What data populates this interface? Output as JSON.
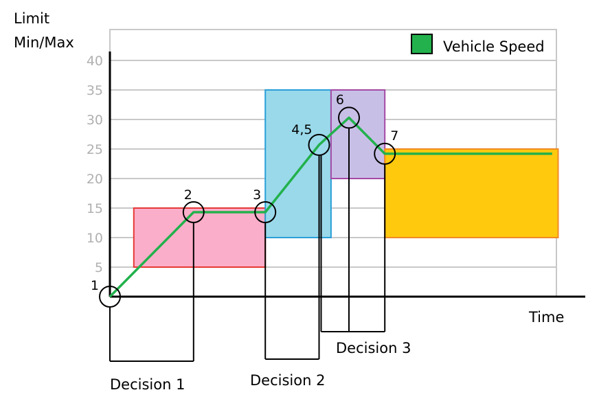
{
  "chart_data": {
    "type": "line",
    "ylabel_line1": "Limit",
    "ylabel_line2": "Min/Max",
    "xlabel": "Time",
    "ylim": [
      0,
      40
    ],
    "yticks": [
      "5",
      "10",
      "15",
      "20",
      "25",
      "30",
      "35",
      "40"
    ],
    "grid": true,
    "legend_position": "top-right",
    "series": [
      {
        "name": "Vehicle Speed",
        "color": "#22b14c",
        "points": [
          {
            "t": 0,
            "v": 0
          },
          {
            "t": 1.4,
            "v": 14.3
          },
          {
            "t": 2.6,
            "v": 14.3
          },
          {
            "t": 3.5,
            "v": 25.7
          },
          {
            "t": 4.0,
            "v": 30.3
          },
          {
            "t": 4.6,
            "v": 24.2
          },
          {
            "t": 7.4,
            "v": 24.2
          }
        ]
      }
    ],
    "limit_boxes": [
      {
        "t_start": 0.4,
        "t_end": 2.6,
        "min": 5,
        "max": 15,
        "fill": "#fbaec9",
        "stroke": "#e53935"
      },
      {
        "t_start": 2.6,
        "t_end": 3.7,
        "min": 10,
        "max": 35,
        "fill": "#9ad9ea",
        "stroke": "#2a9fd8"
      },
      {
        "t_start": 3.7,
        "t_end": 4.6,
        "min": 20,
        "max": 35,
        "fill": "#c8bfe7",
        "stroke": "#a349a4"
      },
      {
        "t_start": 4.6,
        "t_end": 7.5,
        "min": 10,
        "max": 25,
        "fill": "#ffc90e",
        "stroke": "#f08a24"
      }
    ],
    "markers": [
      {
        "label": "1",
        "t": 0,
        "v": 0
      },
      {
        "label": "2",
        "t": 1.4,
        "v": 14.3
      },
      {
        "label": "3",
        "t": 2.6,
        "v": 14.3
      },
      {
        "label": "4,5",
        "t": 3.5,
        "v": 25.7
      },
      {
        "label": "6",
        "t": 4.0,
        "v": 30.3
      },
      {
        "label": "7",
        "t": 4.6,
        "v": 24.2
      }
    ],
    "decisions": [
      {
        "label": "Decision 1",
        "markers": [
          "1",
          "2"
        ]
      },
      {
        "label": "Decision 2",
        "markers": [
          "3",
          "4,5"
        ]
      },
      {
        "label": "Decision 3",
        "markers": [
          "4,5",
          "6",
          "7"
        ]
      }
    ]
  }
}
